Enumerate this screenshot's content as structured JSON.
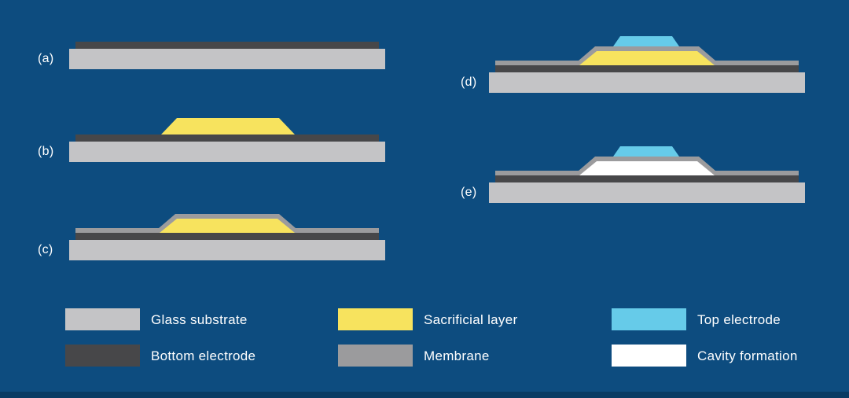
{
  "colors": {
    "background": "#0d4c7f",
    "bottom_strip": "#093b63",
    "text": "#ffffff",
    "glass_substrate": "#c4c4c6",
    "bottom_electrode": "#474749",
    "sacrificial_layer": "#f7e35e",
    "membrane": "#9b9b9d",
    "top_electrode": "#66cbe9",
    "cavity": "#ffffff"
  },
  "panels": [
    {
      "label": "(a)",
      "layers": [
        "glass substrate",
        "bottom electrode"
      ]
    },
    {
      "label": "(b)",
      "layers": [
        "glass substrate",
        "bottom electrode",
        "sacrificial layer"
      ]
    },
    {
      "label": "(c)",
      "layers": [
        "glass substrate",
        "bottom electrode",
        "sacrificial layer",
        "membrane"
      ]
    },
    {
      "label": "(d)",
      "layers": [
        "glass substrate",
        "bottom electrode",
        "sacrificial layer",
        "membrane",
        "top electrode"
      ]
    },
    {
      "label": "(e)",
      "layers": [
        "glass substrate",
        "bottom electrode",
        "cavity",
        "membrane",
        "top electrode"
      ]
    }
  ],
  "legend": {
    "items": [
      {
        "key": "glass_substrate",
        "label": "Glass substrate"
      },
      {
        "key": "bottom_electrode",
        "label": "Bottom electrode"
      },
      {
        "key": "sacrificial_layer",
        "label": "Sacrificial layer"
      },
      {
        "key": "membrane",
        "label": "Membrane"
      },
      {
        "key": "top_electrode",
        "label": "Top electrode"
      },
      {
        "key": "cavity",
        "label": "Cavity formation"
      }
    ]
  }
}
